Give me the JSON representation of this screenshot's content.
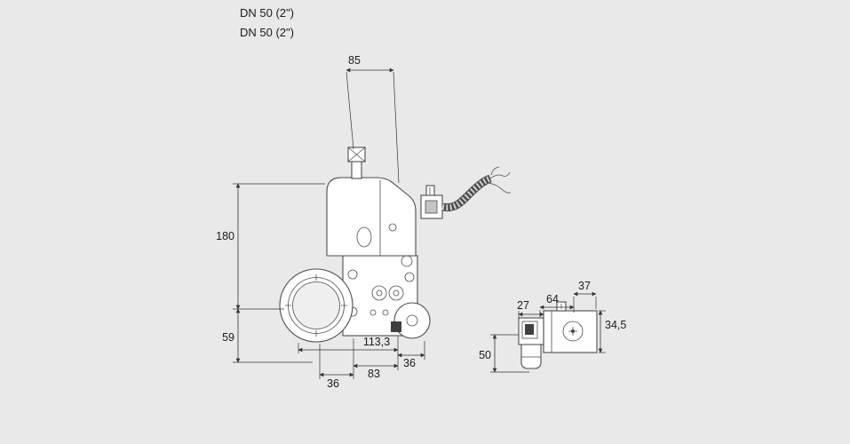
{
  "colors": {
    "background": "#e9e9e9",
    "outline": "#4d4d4d",
    "dimension": "#333333",
    "body_fill": "#ffffff",
    "dark_detail": "#3f3f3f"
  },
  "header": {
    "line1": "DN 50 (2\")",
    "line2": "DN 50 (2\")"
  },
  "front_view": {
    "dims": {
      "top_width": "85",
      "upper_height": "180",
      "lower_height": "59",
      "inner_width": "113,3",
      "bottom_left_width": "36",
      "bottom_mid_width": "83",
      "bottom_right_width": "36"
    }
  },
  "side_view": {
    "dims": {
      "top_width": "37",
      "mid_width": "64",
      "connector_width": "27",
      "body_height": "34,5",
      "coil_height": "50"
    }
  }
}
